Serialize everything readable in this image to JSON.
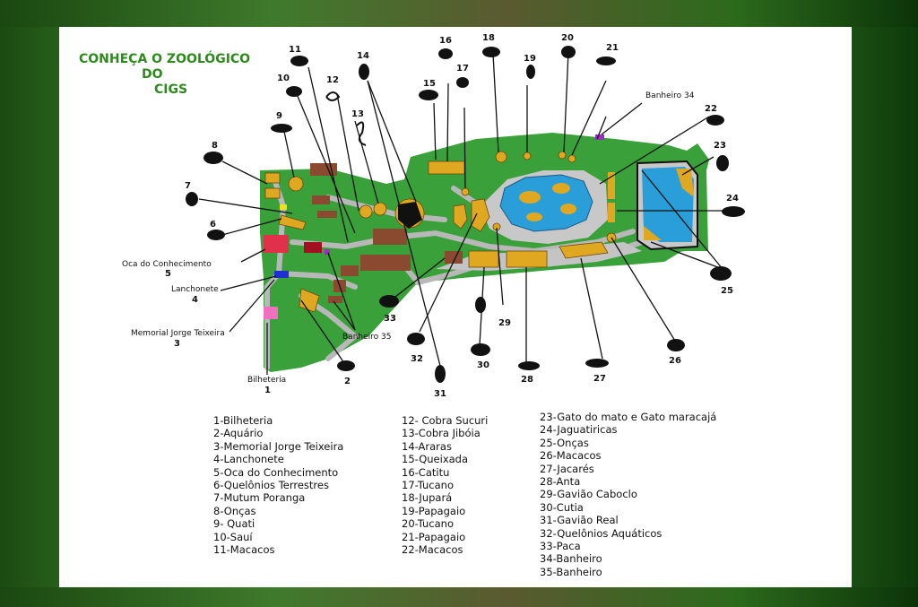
{
  "title": [
    "CONHEÇA O ZOOLÓGICO",
    "DO",
    "CIGS"
  ],
  "map_labels": {
    "oca": "Oca do Conhecimento",
    "oca_num": "5",
    "lanchonete": "Lanchonete",
    "lanchonete_num": "4",
    "memorial": "Memorial Jorge Teixeira",
    "memorial_num": "3",
    "bilheteria": "Bilheteria",
    "bilheteria_num": "1",
    "banheiro34": "Banheiro 34",
    "banheiro35": "Banheiro 35"
  },
  "numbers": [
    "2",
    "6",
    "7",
    "8",
    "9",
    "10",
    "11",
    "12",
    "13",
    "14",
    "15",
    "16",
    "17",
    "18",
    "19",
    "20",
    "21",
    "22",
    "23",
    "24",
    "25",
    "26",
    "27",
    "28",
    "29",
    "30",
    "31",
    "32",
    "33"
  ],
  "legend": {
    "col1": [
      "1-Bilheteria",
      "2-Aquário",
      "3-Memorial Jorge Teixeira",
      "4-Lanchonete",
      "5-Oca do Conhecimento",
      "6-Quelônios Terrestres",
      "7-Mutum Poranga",
      "8-Onças",
      "9- Quati",
      "10-Sauí",
      "11-Macacos"
    ],
    "col2": [
      "12- Cobra Sucuri",
      "13-Cobra Jibóia",
      "14-Araras",
      "15-Queixada",
      "16-Catitu",
      "17-Tucano",
      "18-Jupará",
      "19-Papagaio",
      "20-Tucano",
      "21-Papagaio",
      "22-Macacos"
    ],
    "col3": [
      "23-Gato do mato e Gato maracajá",
      "24-Jaguatiricas",
      "25-Onças",
      "26-Macacos",
      "27-Jacarés",
      "28-Anta",
      "29-Gavião Caboclo",
      "30-Cutia",
      "31-Gavião Real",
      "32-Quelônios Aquáticos",
      "33-Paca",
      "34-Banheiro",
      "35-Banheiro"
    ]
  },
  "colors": {
    "grass": "#3aa03a",
    "path": "#b8b8b8",
    "water": "#2a9ed8",
    "enclosure": "#e0a820",
    "building": "#8a4a30",
    "title": "#2f8a1e"
  }
}
